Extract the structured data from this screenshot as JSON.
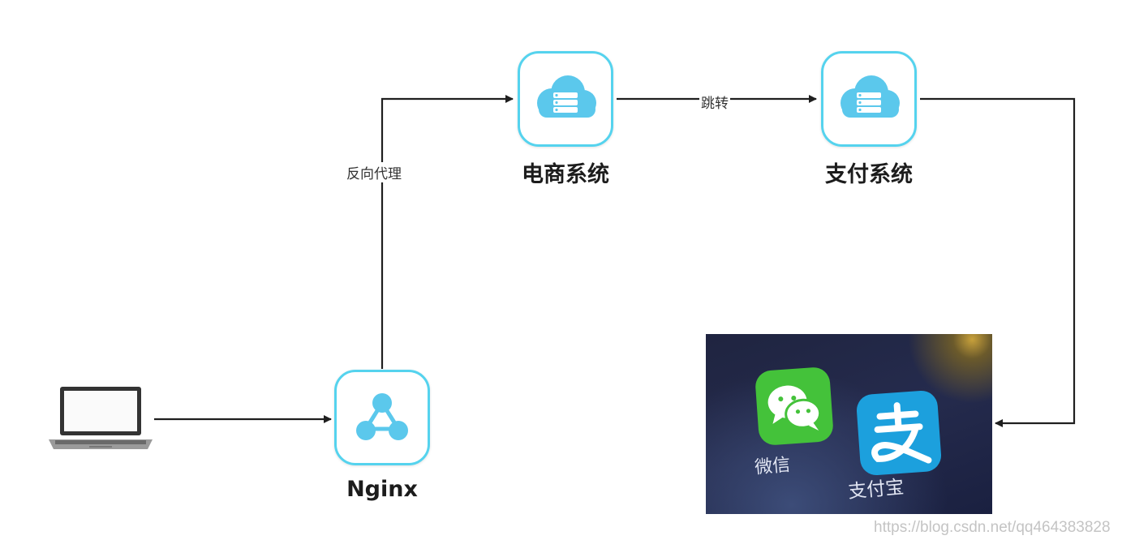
{
  "nodes": {
    "client": {
      "icon": "laptop-icon"
    },
    "nginx": {
      "label": "Nginx",
      "icon": "hub-nodes-icon"
    },
    "ecommerce": {
      "label": "电商系统",
      "icon": "cloud-server-icon"
    },
    "payment_system": {
      "label": "支付系统",
      "icon": "cloud-server-icon"
    },
    "payment_apps": {
      "apps": [
        {
          "label": "微信",
          "icon": "wechat-icon"
        },
        {
          "label": "支付宝",
          "icon": "alipay-icon"
        }
      ]
    }
  },
  "edges": [
    {
      "from": "client",
      "to": "nginx",
      "label": ""
    },
    {
      "from": "nginx",
      "to": "ecommerce",
      "label": "反向代理"
    },
    {
      "from": "ecommerce",
      "to": "payment_system",
      "label": "跳转"
    },
    {
      "from": "payment_system",
      "to": "payment_apps",
      "label": ""
    }
  ],
  "colors": {
    "icon_accent": "#55d3ee",
    "icon_fill": "#5bc8ec",
    "line": "#1f1f1f"
  },
  "watermark": "https://blog.csdn.net/qq464383828"
}
